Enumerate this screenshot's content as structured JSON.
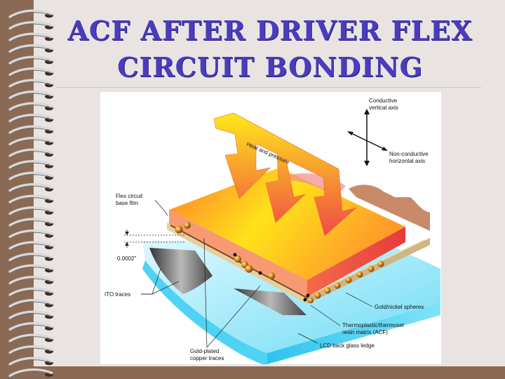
{
  "slide": {
    "title_line1": "ACF after driver flex",
    "title_line2": "circuit bonding"
  },
  "diagram": {
    "arrow_label": "Heat and pressure",
    "axis_vertical": [
      "Conductive",
      "vertical axis"
    ],
    "axis_horizontal": [
      "Non-conductive",
      "horizontal axis"
    ],
    "flex_base": [
      "Flex circuit",
      "base film"
    ],
    "thickness": "0.0002\"",
    "ito": "ITO traces",
    "spheres": "Gold/nickel spheres",
    "matrix": [
      "Thermoplastic/thermoset",
      "resin matrix (ACF)"
    ],
    "glass": "LCD back glass ledge",
    "copper": [
      "Gold-plated",
      "copper traces"
    ]
  },
  "colors": {
    "title": "#4a3cbe",
    "frame": "#8b6a55",
    "paper": "#e9e4e2",
    "glass": "#55d7f5",
    "flex_top": "#ffbf1f",
    "flex_front": "#f04a3c",
    "spheres": "#b86a10"
  }
}
